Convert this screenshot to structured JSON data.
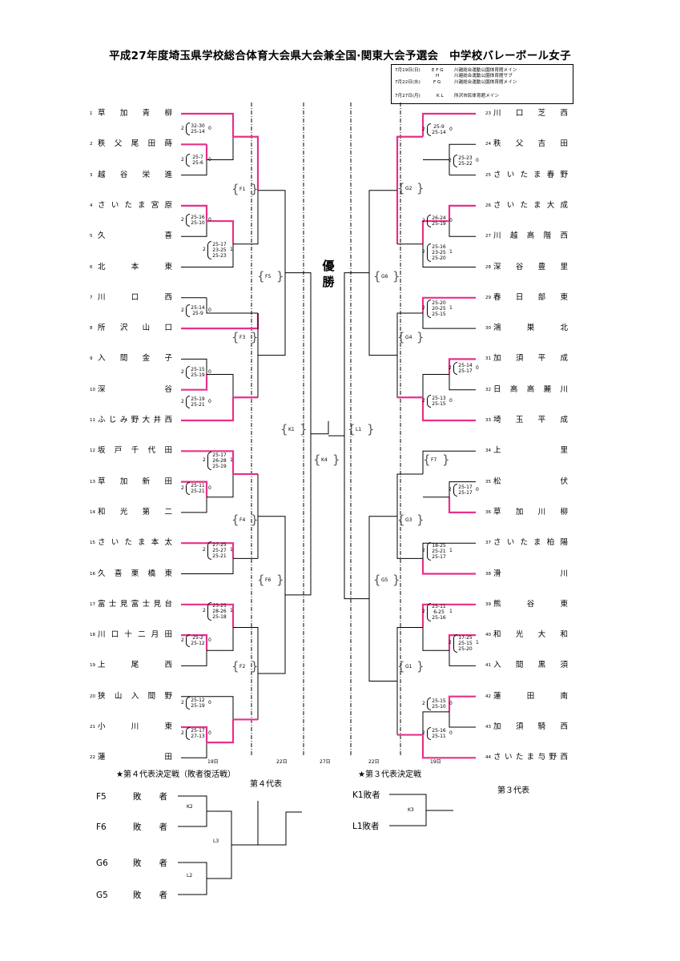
{
  "title": "平成27年度埼玉県学校総合体育大会県大会兼全国·関東大会予選会　中学校バレーボール女子",
  "schedule": [
    {
      "date": "7月19日(日)",
      "courts": "E F G",
      "venue": "川越総合運動公園体育館メイン"
    },
    {
      "date": "",
      "courts": "H",
      "venue": "川越総合運動公園体育館サブ"
    },
    {
      "date": "7月22日(水)",
      "courts": "F G",
      "venue": "川越総合運動公園体育館メイン"
    },
    {
      "date": "7月27日(月)",
      "courts": "K L",
      "venue": "所沢市民体育館メイン"
    }
  ],
  "left_teams": [
    {
      "no": "1",
      "name": "草加青柳"
    },
    {
      "no": "2",
      "name": "秩父尾田蒔"
    },
    {
      "no": "3",
      "name": "越谷栄進"
    },
    {
      "no": "4",
      "name": "さいたま宮原"
    },
    {
      "no": "5",
      "name": "久喜"
    },
    {
      "no": "6",
      "name": "北本東"
    },
    {
      "no": "7",
      "name": "川口西"
    },
    {
      "no": "8",
      "name": "所沢山口"
    },
    {
      "no": "9",
      "name": "入間金子"
    },
    {
      "no": "10",
      "name": "深谷"
    },
    {
      "no": "11",
      "name": "ふじみ野大井西"
    },
    {
      "no": "12",
      "name": "坂戸千代田"
    },
    {
      "no": "13",
      "name": "草加新田"
    },
    {
      "no": "14",
      "name": "和光第二"
    },
    {
      "no": "15",
      "name": "さいたま本太"
    },
    {
      "no": "16",
      "name": "久喜栗橋東"
    },
    {
      "no": "17",
      "name": "富士見富士見台"
    },
    {
      "no": "18",
      "name": "川口十二月田"
    },
    {
      "no": "19",
      "name": "上尾西"
    },
    {
      "no": "20",
      "name": "狭山入間野"
    },
    {
      "no": "21",
      "name": "小川東"
    },
    {
      "no": "22",
      "name": "蓮田"
    }
  ],
  "right_teams": [
    {
      "no": "23",
      "name": "川口芝西"
    },
    {
      "no": "24",
      "name": "秩父吉田"
    },
    {
      "no": "25",
      "name": "さいたま春野"
    },
    {
      "no": "26",
      "name": "さいたま大成"
    },
    {
      "no": "27",
      "name": "川越高階西"
    },
    {
      "no": "28",
      "name": "深谷豊里"
    },
    {
      "no": "29",
      "name": "春日部東"
    },
    {
      "no": "30",
      "name": "鴻巣北"
    },
    {
      "no": "31",
      "name": "加須平成"
    },
    {
      "no": "32",
      "name": "日高高麗川"
    },
    {
      "no": "33",
      "name": "埼玉平成"
    },
    {
      "no": "34",
      "name": "上里"
    },
    {
      "no": "35",
      "name": "松伏"
    },
    {
      "no": "36",
      "name": "草加川柳"
    },
    {
      "no": "37",
      "name": "さいたま柏陽"
    },
    {
      "no": "38",
      "name": "滑川"
    },
    {
      "no": "39",
      "name": "熊谷東"
    },
    {
      "no": "40",
      "name": "和光大和"
    },
    {
      "no": "41",
      "name": "入間黒須"
    },
    {
      "no": "42",
      "name": "蓮田南"
    },
    {
      "no": "43",
      "name": "加須騎西"
    },
    {
      "no": "44",
      "name": "さいたま与野西"
    }
  ],
  "scores": [
    {
      "w": "2",
      "lines": [
        "32-30",
        "25-14"
      ],
      "l": "0"
    },
    {
      "w": "2",
      "lines": [
        "25-7",
        "25-6"
      ],
      "l": "0"
    },
    {
      "w": "2",
      "lines": [
        "25-16",
        "25-10"
      ],
      "l": "0"
    },
    {
      "w": "2",
      "lines": [
        "25-17",
        "23-25",
        "25-23"
      ],
      "l": "1"
    },
    {
      "w": "2",
      "lines": [
        "25-14",
        "25-9"
      ],
      "l": "0"
    },
    {
      "w": "2",
      "lines": [
        "25-15",
        "25-19"
      ],
      "l": "0"
    },
    {
      "w": "2",
      "lines": [
        "25-19",
        "25-21"
      ],
      "l": "0"
    },
    {
      "w": "2",
      "lines": [
        "25-17",
        "26-28",
        "25-19"
      ],
      "l": "1"
    },
    {
      "w": "2",
      "lines": [
        "25-11",
        "25-21"
      ],
      "l": "0"
    },
    {
      "w": "2",
      "lines": [
        "27-25",
        "25-27",
        "25-21"
      ],
      "l": "1"
    },
    {
      "w": "2",
      "lines": [
        "23-25",
        "28-26",
        "25-18"
      ],
      "l": "1"
    },
    {
      "w": "2",
      "lines": [
        "25-2",
        "25-12"
      ],
      "l": "0"
    },
    {
      "w": "2",
      "lines": [
        "25-12",
        "25-19"
      ],
      "l": "0"
    },
    {
      "w": "2",
      "lines": [
        "25-17",
        "27-13"
      ],
      "l": "0"
    },
    {
      "w": "2",
      "lines": [
        "25-9",
        "25-14"
      ],
      "l": "0"
    },
    {
      "w": "2",
      "lines": [
        "25-23",
        "25-22"
      ],
      "l": "0"
    },
    {
      "w": "2",
      "lines": [
        "26-24",
        "25-19"
      ],
      "l": "0"
    },
    {
      "w": "2",
      "lines": [
        "25-16",
        "23-25",
        "25-20"
      ],
      "l": "1"
    },
    {
      "w": "2",
      "lines": [
        "25-20",
        "20-25",
        "25-15"
      ],
      "l": "1"
    },
    {
      "w": "2",
      "lines": [
        "25-14",
        "25-17"
      ],
      "l": "0"
    },
    {
      "w": "2",
      "lines": [
        "25-13",
        "25-15"
      ],
      "l": "0"
    },
    {
      "w": "2",
      "lines": [
        "25-17",
        "25-17"
      ],
      "l": "0"
    },
    {
      "w": "2",
      "lines": [
        "18-25",
        "25-21",
        "25-17"
      ],
      "l": "1"
    },
    {
      "w": "2",
      "lines": [
        "25-11",
        "6-25",
        "25-16"
      ],
      "l": "1"
    },
    {
      "w": "2",
      "lines": [
        "17-25",
        "25-15",
        "25-20"
      ],
      "l": "1"
    },
    {
      "w": "2",
      "lines": [
        "25-15",
        "25-10"
      ],
      "l": "0"
    },
    {
      "w": "2",
      "lines": [
        "25-16",
        "25-11"
      ],
      "l": "0"
    }
  ],
  "match_labels": [
    "F1",
    "F3",
    "F5",
    "F4",
    "F6",
    "F2",
    "K1",
    "K4",
    "L1",
    "G2",
    "G6",
    "G4",
    "F7",
    "G3",
    "G5",
    "G1"
  ],
  "victory": "優勝",
  "days": [
    "19日",
    "22日",
    "27日",
    "22日",
    "19日"
  ],
  "section_4th": {
    "heading": "★第４代表決定戦（敗者復活戦）",
    "rep_label": "第４代表",
    "entries": [
      {
        "label": "F5",
        "text": "敗者"
      },
      {
        "label": "F6",
        "text": "敗者"
      },
      {
        "label": "G6",
        "text": "敗者"
      },
      {
        "label": "G5",
        "text": "敗者"
      }
    ],
    "match_labels": [
      "K2",
      "L3",
      "L2"
    ]
  },
  "section_3rd": {
    "heading": "★第３代表決定戦",
    "rep_label": "第３代表",
    "entries": [
      {
        "label": "K1敗者"
      },
      {
        "label": "L1敗者"
      }
    ],
    "match_labels": [
      "K3"
    ]
  },
  "colors": {
    "winner_line": "#e8308a",
    "line": "#000000"
  }
}
